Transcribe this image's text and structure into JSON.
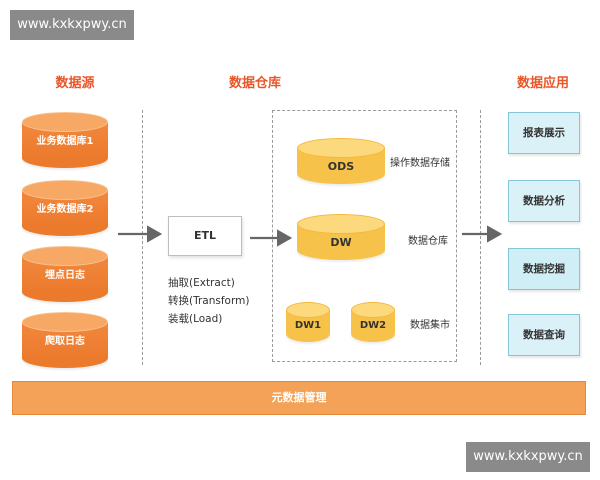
{
  "watermark": {
    "top": "www.kxkxpwy.cn",
    "bottom": "www.kxkxpwy.cn"
  },
  "columns": {
    "sources": "数据源",
    "warehouse": "数据仓库",
    "applications": "数据应用"
  },
  "sources": [
    {
      "label": "业务数据库1"
    },
    {
      "label": "业务数据库2"
    },
    {
      "label": "埋点日志"
    },
    {
      "label": "爬取日志"
    }
  ],
  "etl": {
    "label": "ETL",
    "steps": [
      "抽取(Extract)",
      "转换(Transform)",
      "装载(Load)"
    ]
  },
  "warehouse": {
    "ods": {
      "label": "ODS",
      "desc": "操作数据存储"
    },
    "dw": {
      "label": "DW",
      "desc": "数据仓库"
    },
    "dw1": {
      "label": "DW1"
    },
    "dw2": {
      "label": "DW2"
    },
    "mart_desc": "数据集市"
  },
  "applications": [
    {
      "label": "报表展示"
    },
    {
      "label": "数据分析"
    },
    {
      "label": "数据挖掘"
    },
    {
      "label": "数据查询"
    }
  ],
  "metadata": {
    "label": "元数据管理"
  },
  "colors": {
    "title": "#e8562a",
    "source": "#ec7a2c",
    "warehouse": "#f7c24a",
    "application": "#d9f1f7",
    "metadata": "#f3a257"
  }
}
